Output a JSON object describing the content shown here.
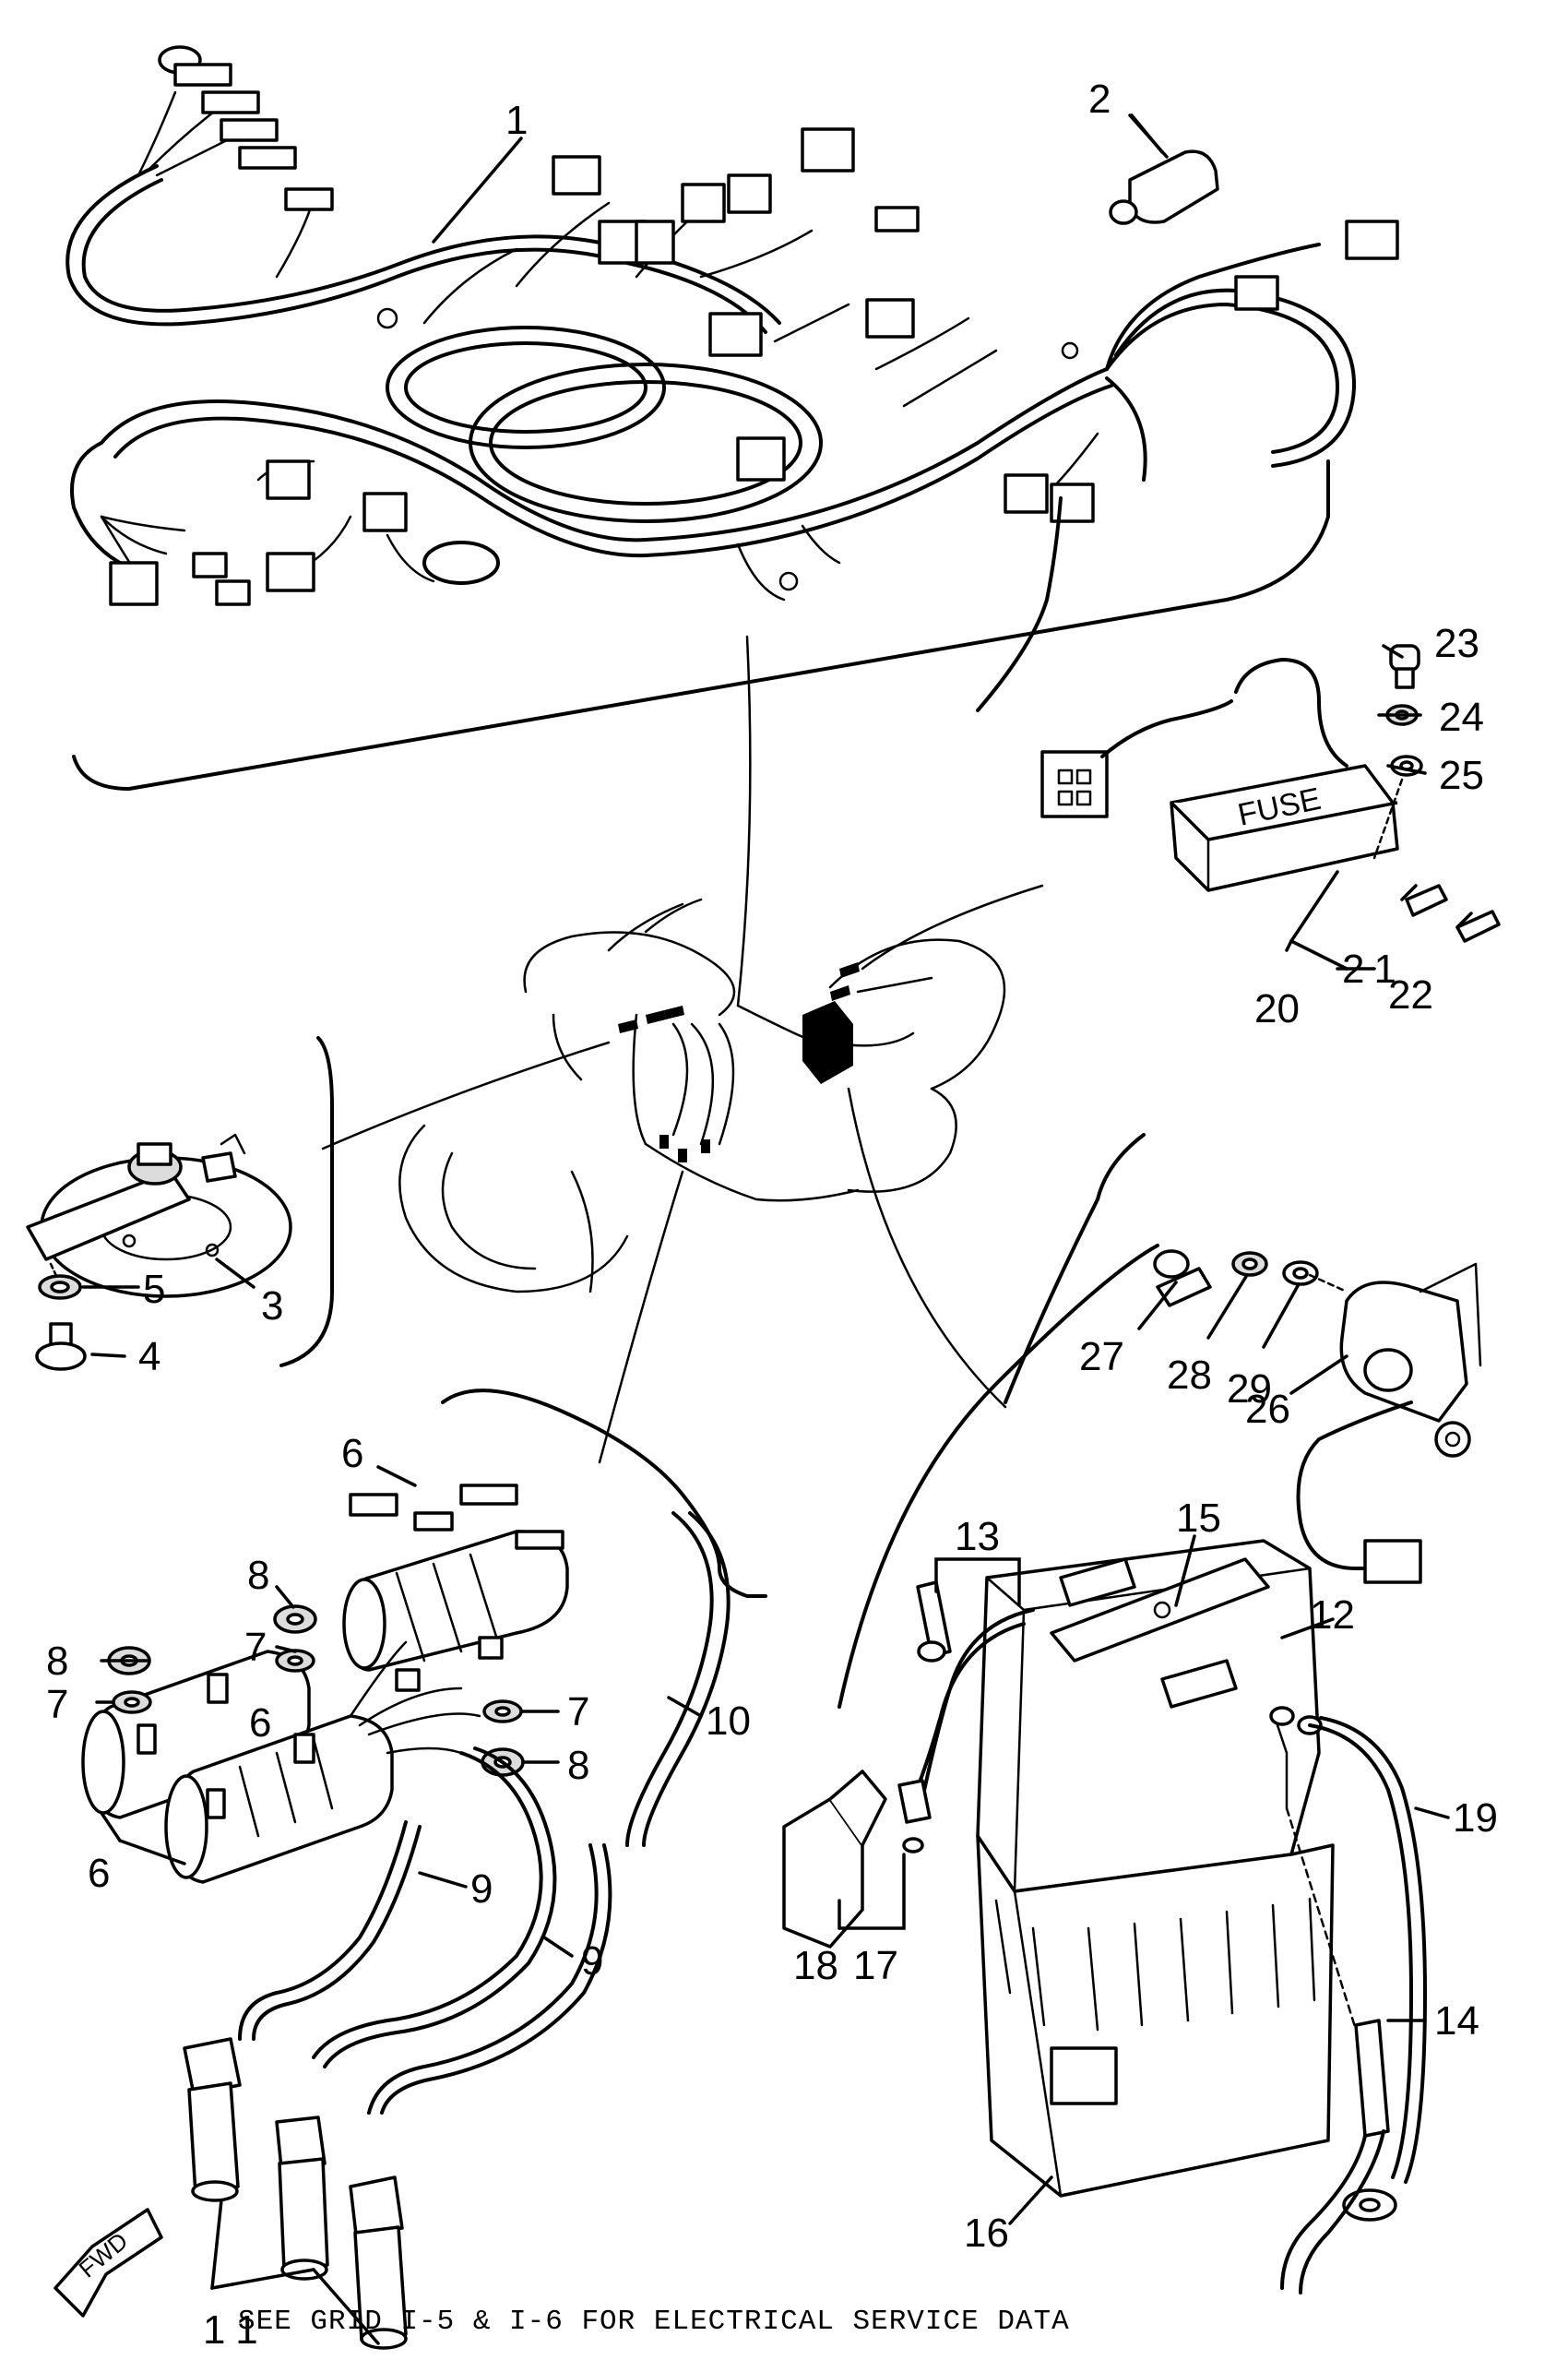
{
  "callouts": [
    "1",
    "2",
    "3",
    "4",
    "5",
    "6",
    "6",
    "6",
    "7",
    "7",
    "7",
    "8",
    "8",
    "8",
    "9",
    "9",
    "10",
    "11",
    "12",
    "13",
    "14",
    "15",
    "16",
    "17",
    "18",
    "19",
    "20",
    "21",
    "22",
    "23",
    "24",
    "25",
    "26",
    "27",
    "28",
    "29"
  ],
  "fuse_box_label": "FUSE",
  "direction_marker": "FWD",
  "caption": "SEE GRID I-5 & I-6 FOR ELECTRICAL SERVICE DATA"
}
